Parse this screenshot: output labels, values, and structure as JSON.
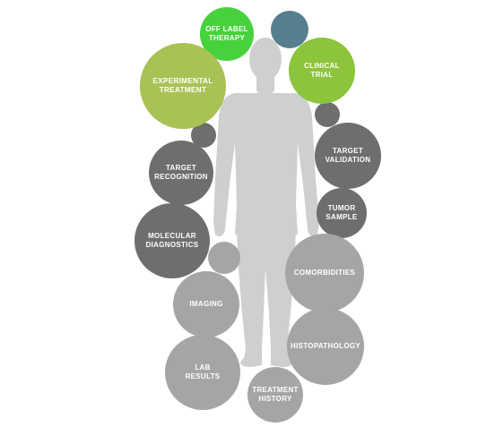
{
  "colors": {
    "bright_green": "#46d23c",
    "lime_green": "#8cc43c",
    "olive_green": "#a9c256",
    "teal": "#557f8c",
    "dark_gray": "#6e6e6e",
    "medium_gray": "#8a8a8a",
    "light_gray": "#a5a5a5",
    "figure": "#cfcfcf"
  },
  "bubbles": {
    "off_label_therapy": "OFF LABEL\nTHERAPY",
    "clinical_trial": "CLINICAL\nTRIAL",
    "experimental_treatment": "EXPERIMENTAL\nTREATMENT",
    "target_validation": "TARGET\nVALIDATION",
    "target_recognition": "TARGET\nRECOGNITION",
    "tumor_sample": "TUMOR\nSAMPLE",
    "molecular_diagnostics": "MOLECULAR\nDIAGNOSTICS",
    "comorbidities": "COMORBIDITIES",
    "imaging": "IMAGING",
    "histopathology": "HISTOPATHOLOGY",
    "lab_results": "LAB\nRESULTS",
    "treatment_history": "TREATMENT\nHISTORY"
  }
}
